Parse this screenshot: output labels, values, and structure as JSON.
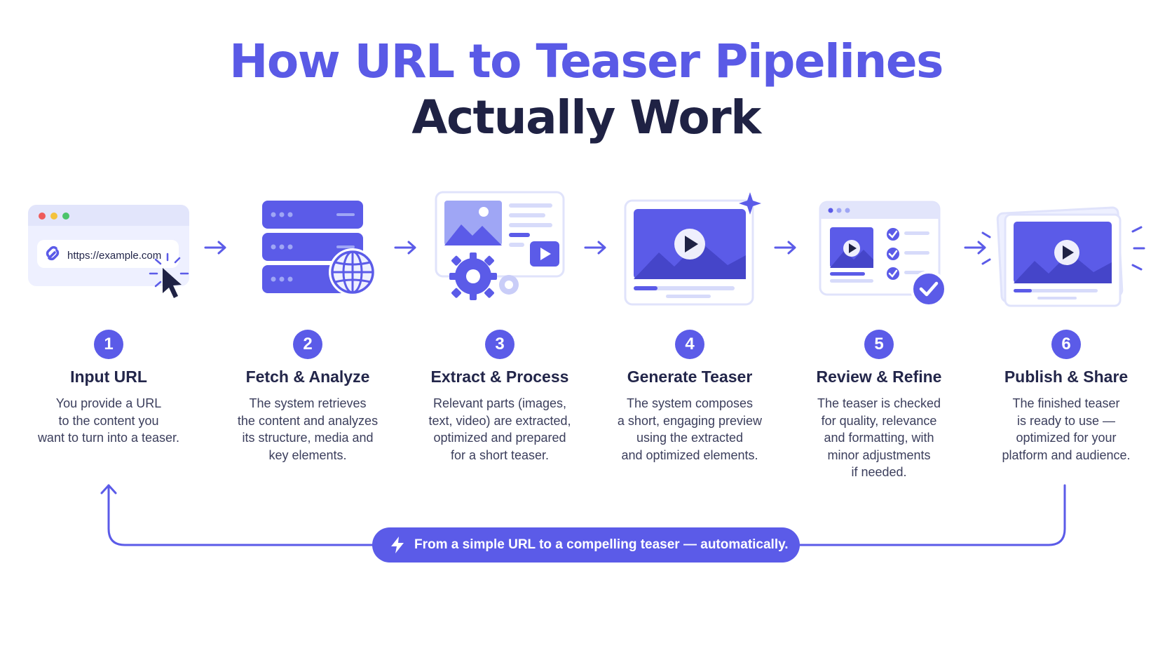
{
  "title": {
    "line1": "How URL to Teaser Pipelines",
    "line2": "Actually Work"
  },
  "steps": [
    {
      "number": "1",
      "title": "Input URL",
      "desc": "You provide a URL\nto the content you\nwant to turn into a teaser.",
      "icon": "browser-url-icon"
    },
    {
      "number": "2",
      "title": "Fetch & Analyze",
      "desc": "The system retrieves\nthe content and analyzes\nits structure, media and\nkey elements.",
      "icon": "server-globe-icon"
    },
    {
      "number": "3",
      "title": "Extract & Process",
      "desc": "Relevant parts (images,\ntext, video) are extracted,\noptimized and prepared\nfor a short teaser.",
      "icon": "media-gears-icon"
    },
    {
      "number": "4",
      "title": "Generate Teaser",
      "desc": "The system composes\na short, engaging preview\nusing the extracted\nand optimized elements.",
      "icon": "video-sparkle-icon"
    },
    {
      "number": "5",
      "title": "Review & Refine",
      "desc": "The teaser is checked\nfor quality, relevance\nand formatting, with\nminor adjustments\nif needed.",
      "icon": "checklist-icon"
    },
    {
      "number": "6",
      "title": "Publish & Share",
      "desc": "The finished teaser\nis ready to use —\noptimized for your\nplatform and audience.",
      "icon": "publish-cards-icon"
    }
  ],
  "url_example": "https://example.com",
  "banner": {
    "text": "From a simple URL to a compelling teaser — automatically.",
    "icon": "lightning-bolt-icon"
  },
  "colors": {
    "accent": "#5b5be8",
    "dark": "#1f2244",
    "light": "#eef0ff"
  }
}
